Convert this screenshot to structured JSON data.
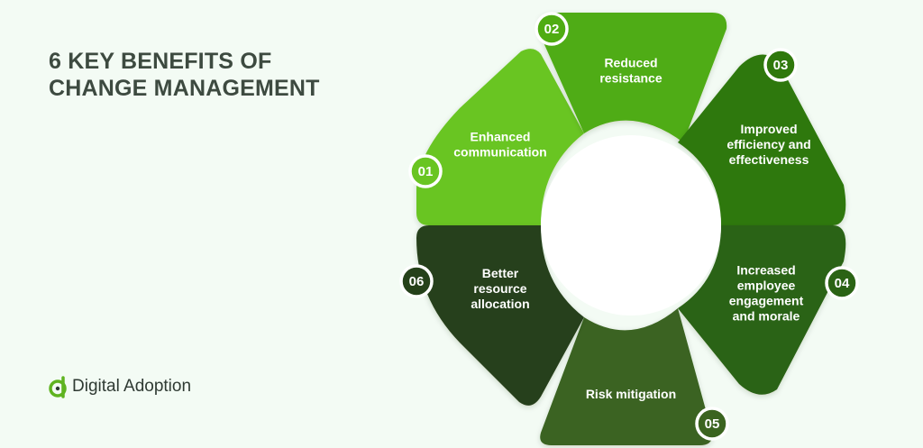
{
  "title": {
    "line1": "6 KEY BENEFITS OF",
    "line2": "CHANGE MANAGEMENT"
  },
  "brand": {
    "name": "Digital Adoption",
    "logo_icon": "digital-adoption-logo-icon",
    "accent_color": "#5fb320"
  },
  "benefits": [
    {
      "number": "01",
      "label": [
        "Enhanced",
        "communication"
      ],
      "color": "#69c522"
    },
    {
      "number": "02",
      "label": [
        "Reduced",
        "resistance"
      ],
      "color": "#4fac12"
    },
    {
      "number": "03",
      "label": [
        "Improved",
        "efficiency and",
        "effectiveness"
      ],
      "color": "#2f780c"
    },
    {
      "number": "04",
      "label": [
        "Increased",
        "employee",
        "engagement",
        "and morale"
      ],
      "color": "#2b6315"
    },
    {
      "number": "05",
      "label": [
        "Risk mitigation"
      ],
      "color": "#3b6420"
    },
    {
      "number": "06",
      "label": [
        "Better",
        "resource",
        "allocation"
      ],
      "color": "#25411a"
    }
  ]
}
